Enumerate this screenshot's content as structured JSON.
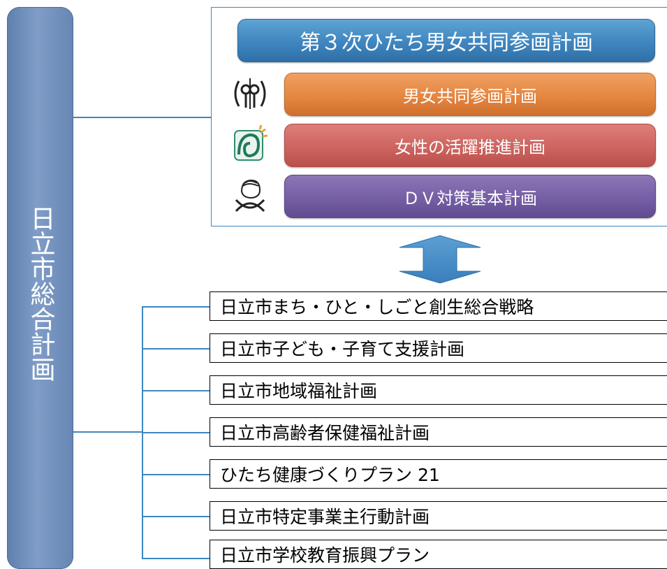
{
  "master_plan": {
    "title": "日立市総合計画",
    "color": "#7090bd"
  },
  "gender_plan": {
    "main_label": "第３次ひたち男女共同参画計画",
    "sub_plans": [
      {
        "label": "男女共同参画計画",
        "icon": "gender-equality-logo-icon",
        "color": "#e3843f"
      },
      {
        "label": "女性の活躍推進計画",
        "icon": "women-activity-logo-icon",
        "color": "#cb625d"
      },
      {
        "label": "ＤＶ対策基本計画",
        "icon": "dv-prevention-logo-icon",
        "color": "#735da3"
      }
    ]
  },
  "related_plans": [
    "日立市まち・ひと・しごと創生総合戦略",
    "日立市子ども・子育て支援計画",
    "日立市地域福祉計画",
    "日立市高齢者保健福祉計画",
    "ひたち健康づくりプラン 21",
    "日立市特定事業主行動計画",
    "日立市学校教育振興プラン"
  ],
  "colors": {
    "line": "#3f86c0",
    "arrow": "#4a8fc8"
  }
}
